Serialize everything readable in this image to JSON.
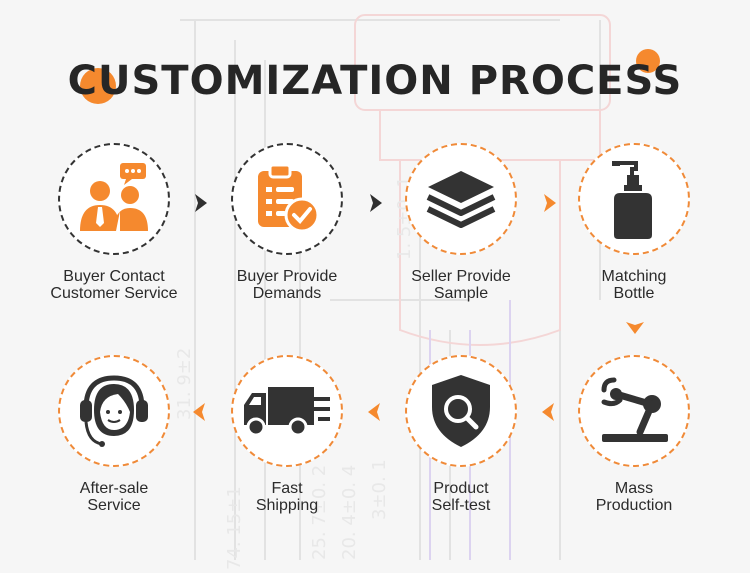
{
  "title": "CUSTOMIZATION PROCESS",
  "colors": {
    "accent": "#f5892e",
    "dark": "#3a3a3a",
    "text": "#2b2b2b"
  },
  "steps": [
    {
      "line1": "Buyer Contact",
      "line2": "Customer Service",
      "icon": "customer-service-people-icon"
    },
    {
      "line1": "Buyer Provide",
      "line2": "Demands",
      "icon": "clipboard-check-icon"
    },
    {
      "line1": "Seller Provide",
      "line2": "Sample",
      "icon": "layers-icon"
    },
    {
      "line1": "Matching",
      "line2": "Bottle",
      "icon": "pump-bottle-icon"
    },
    {
      "line1": "Mass",
      "line2": "Production",
      "icon": "robotic-arm-icon"
    },
    {
      "line1": "Product",
      "line2": "Self-test",
      "icon": "shield-search-icon"
    },
    {
      "line1": "Fast",
      "line2": "Shipping",
      "icon": "delivery-truck-icon"
    },
    {
      "line1": "After-sale",
      "line2": "Service",
      "icon": "headset-agent-icon"
    }
  ]
}
